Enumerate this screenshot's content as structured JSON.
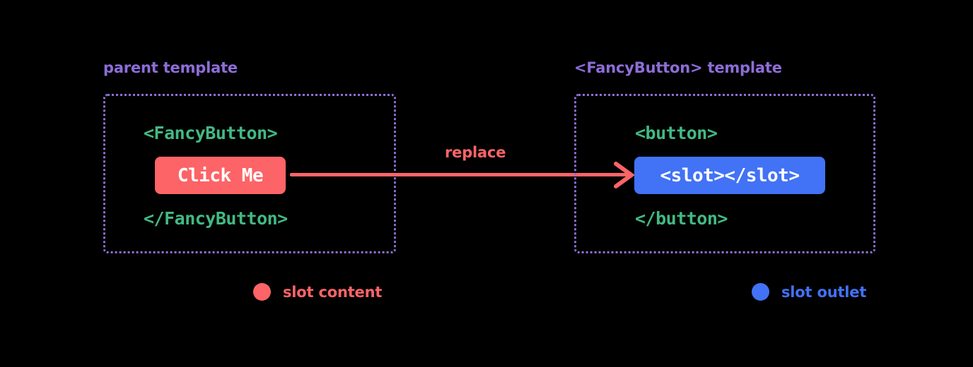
{
  "background_color": "#000000",
  "palette": {
    "heading_purple": "#8e6dd8",
    "dashed_border_purple": "#8d6fd1",
    "code_green": "#42b983",
    "slot_content_red": "#fc6467",
    "slot_outlet_blue": "#4272f5",
    "chip_text": "#ffffff"
  },
  "panels": {
    "parent": {
      "heading": "parent template",
      "code_open": "<FancyButton>",
      "chip_label": "Click Me",
      "code_close": "</FancyButton>"
    },
    "fancybutton": {
      "heading": "<FancyButton> template",
      "code_open": "<button>",
      "chip_label": "<slot></slot>",
      "code_close": "</button>"
    }
  },
  "arrow": {
    "label": "replace",
    "direction": "left-to-right"
  },
  "legend": [
    {
      "label": "slot content",
      "color": "#fc6467"
    },
    {
      "label": "slot outlet",
      "color": "#4272f5"
    }
  ]
}
